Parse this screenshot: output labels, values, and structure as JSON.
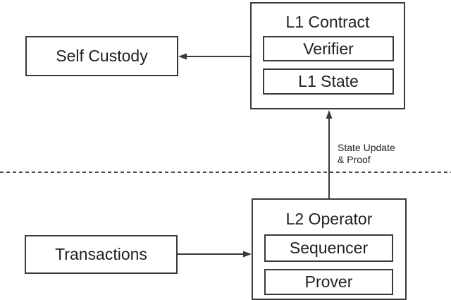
{
  "nodes": {
    "self_custody": {
      "label": "Self Custody"
    },
    "l1_contract": {
      "label": "L1 Contract",
      "verifier": "Verifier",
      "l1_state": "L1 State"
    },
    "transactions": {
      "label": "Transactions"
    },
    "l2_operator": {
      "label": "L2 Operator",
      "sequencer": "Sequencer",
      "prover": "Prover"
    }
  },
  "edges": {
    "state_update": {
      "line1": "State Update",
      "line2": "& Proof"
    }
  },
  "colors": {
    "border": "#3a3a3a",
    "text": "#1f1f1f",
    "arrow": "#3a3a3a",
    "divider": "#4a4a4a",
    "background": "#ffffff"
  }
}
